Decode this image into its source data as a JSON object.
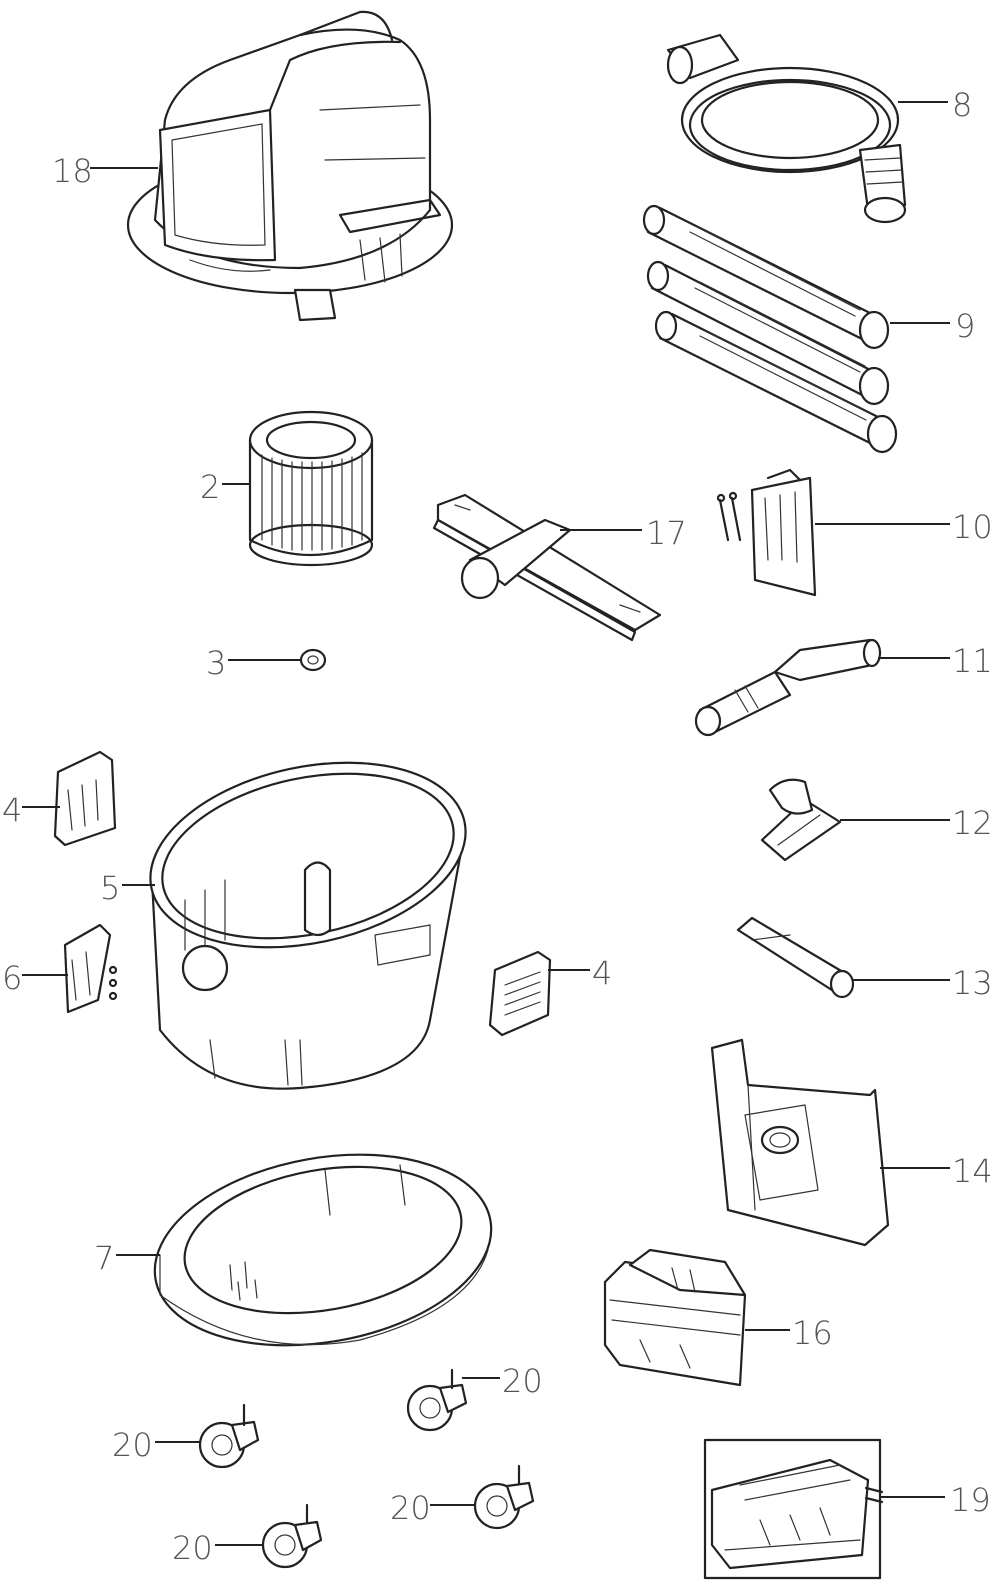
{
  "labels": {
    "p18": "18",
    "p8": "8",
    "p9": "9",
    "p2": "2",
    "p17": "17",
    "p10": "10",
    "p3": "3",
    "p11": "11",
    "p4a": "4",
    "p12": "12",
    "p5": "5",
    "p6": "6",
    "p4b": "4",
    "p13": "13",
    "p14": "14",
    "p7": "7",
    "p16": "16",
    "p20a": "20",
    "p20b": "20",
    "p20c": "20",
    "p20d": "20",
    "p19": "19"
  }
}
